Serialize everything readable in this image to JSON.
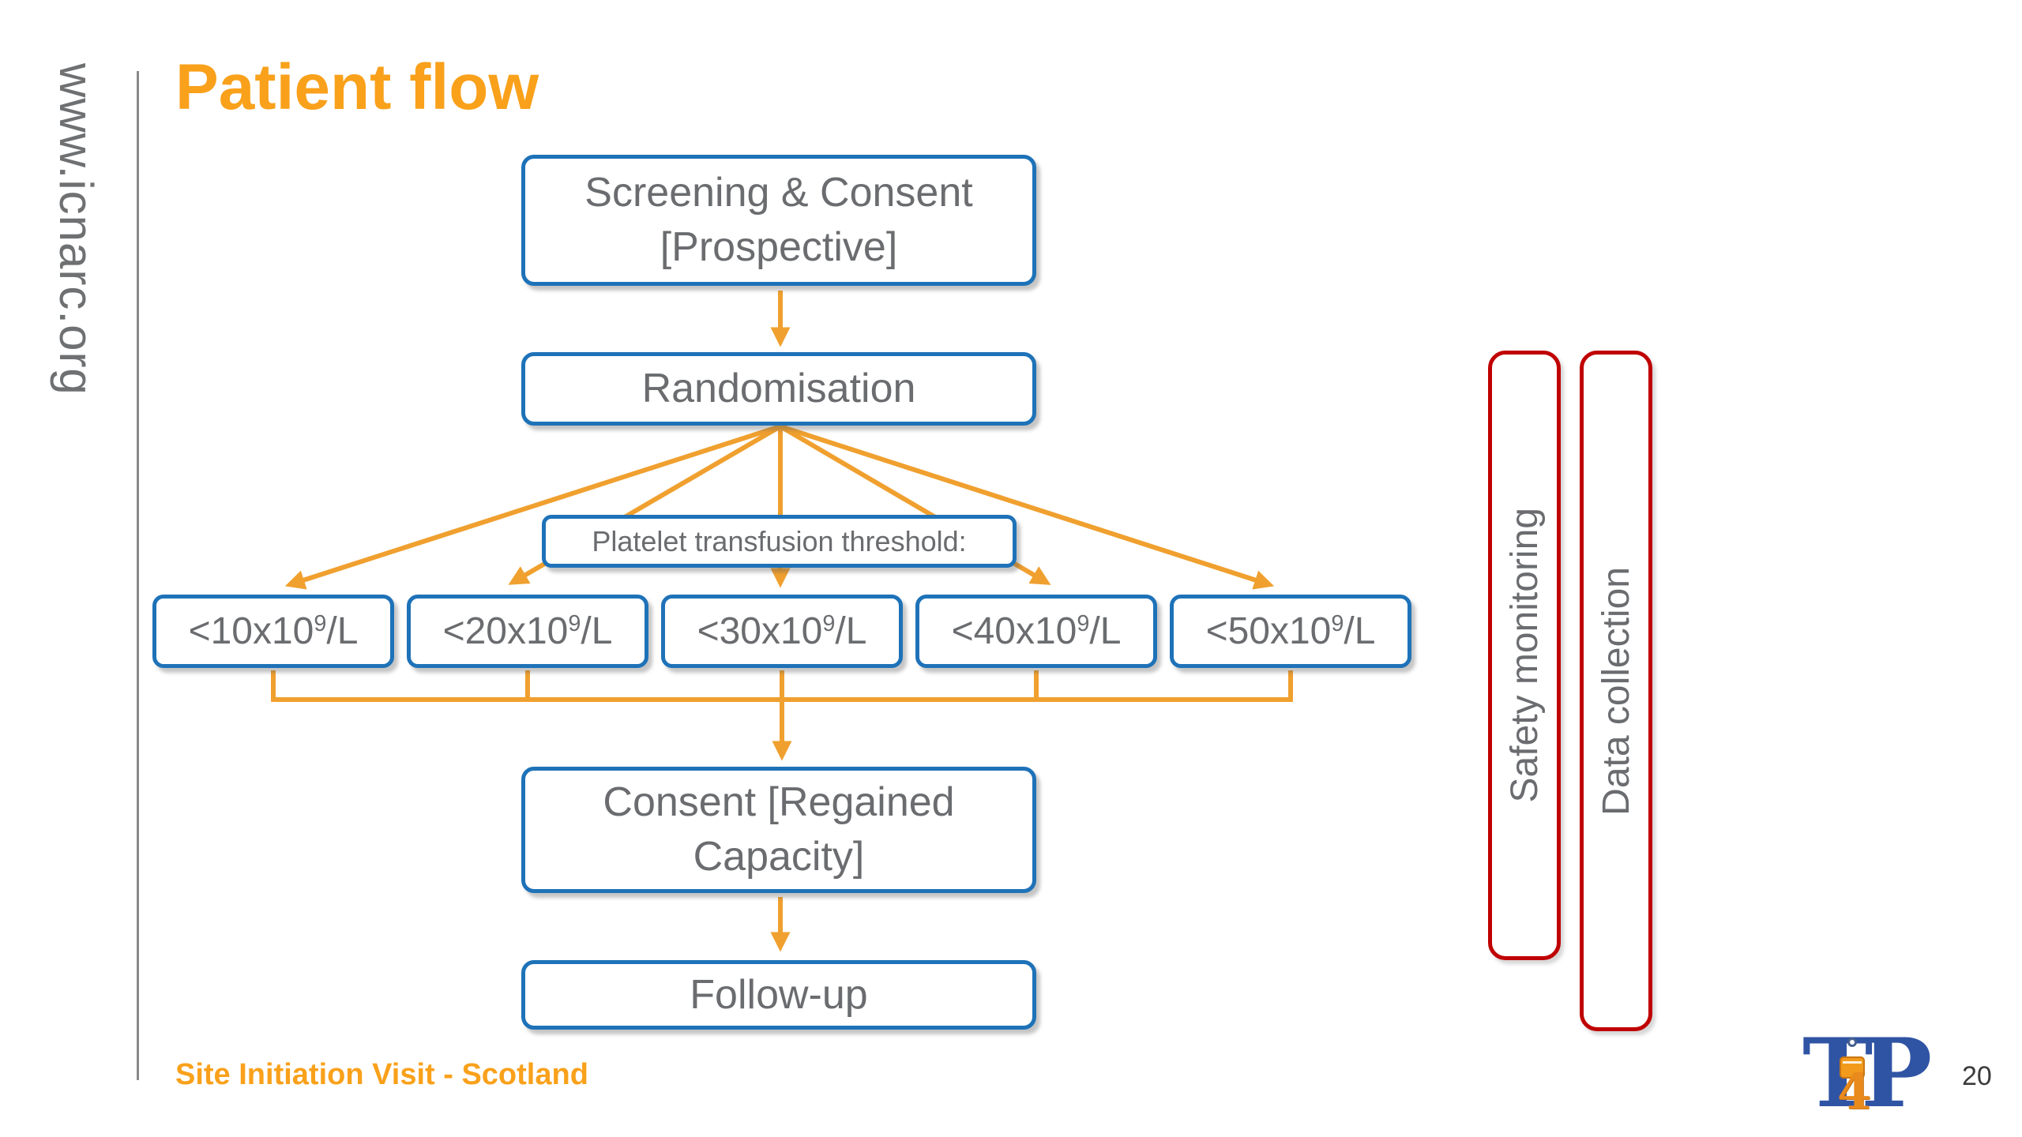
{
  "slide": {
    "sidebar_url": "www.icnarc.org",
    "title": "Patient flow",
    "footer_caption": "Site Initiation Visit - Scotland",
    "page_number": "20"
  },
  "flowchart": {
    "screening": {
      "line1": "Screening & Consent",
      "line2": "[Prospective]"
    },
    "randomisation": "Randomisation",
    "threshold_label": "Platelet transfusion threshold:",
    "thresholds": [
      {
        "prefix": "<10x10",
        "sup": "9",
        "suffix": "/L"
      },
      {
        "prefix": "<20x10",
        "sup": "9",
        "suffix": "/L"
      },
      {
        "prefix": "<30x10",
        "sup": "9",
        "suffix": "/L"
      },
      {
        "prefix": "<40x10",
        "sup": "9",
        "suffix": "/L"
      },
      {
        "prefix": "<50x10",
        "sup": "9",
        "suffix": "/L"
      }
    ],
    "consent": {
      "line1": "Consent [Regained",
      "line2": "Capacity]"
    },
    "followup": "Follow-up"
  },
  "side_bars": {
    "safety_monitoring": "Safety monitoring",
    "data_collection": "Data collection"
  },
  "logo": {
    "t": "T",
    "four": "4",
    "p": "P"
  },
  "colors": {
    "accent_orange": "#F9A11B",
    "arrow_orange": "#F0A02F",
    "flow_box_border_blue": "#1E72B8",
    "side_bar_border_red": "#C00000",
    "text_gray": "#6A6C6F",
    "logo_blue": "#3054A4",
    "logo_orange": "#F29A1C"
  }
}
